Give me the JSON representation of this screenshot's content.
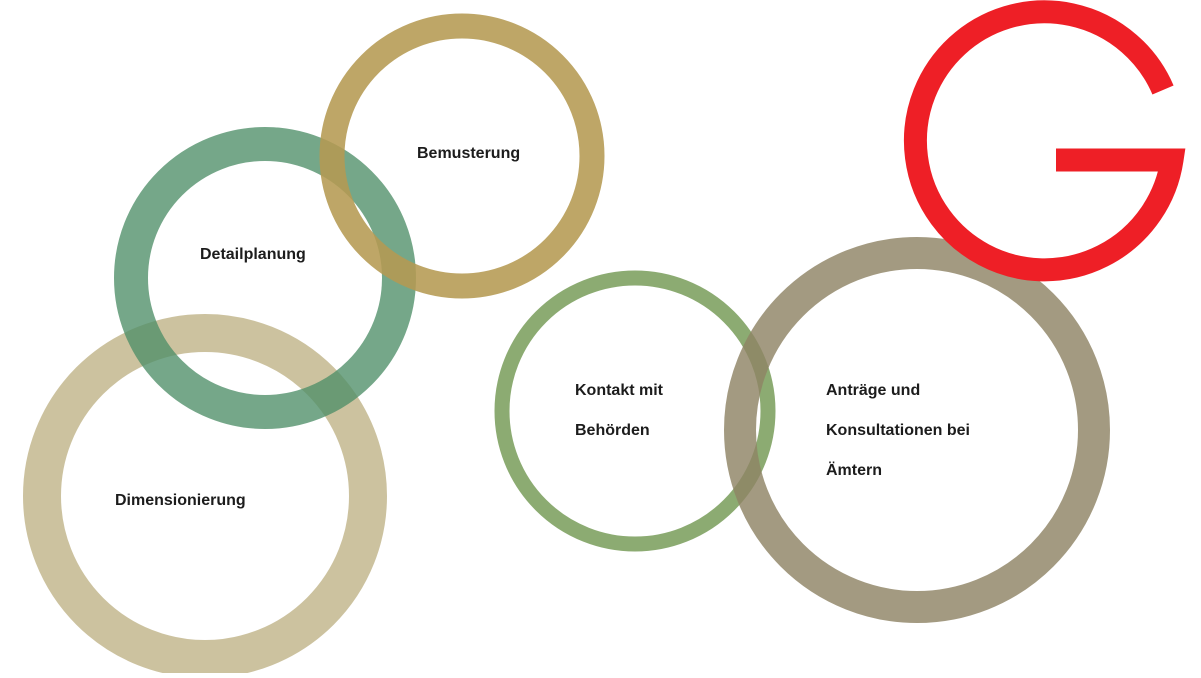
{
  "colors": {
    "background": "#ffffff",
    "bemusterung": "#b9a15b",
    "detailplanung": "#4e8e68",
    "dimensionierung": "#c6bb95",
    "kontakt": "#86a66a",
    "antraege": "#a2987a",
    "logo": "#ee1f26",
    "text": "#1c1c1c"
  },
  "circles": [
    {
      "id": "bemusterung",
      "lines": [
        "Bemusterung"
      ]
    },
    {
      "id": "detailplanung",
      "lines": [
        "Detailplanung"
      ]
    },
    {
      "id": "dimensionierung",
      "lines": [
        "Dimensionierung"
      ]
    },
    {
      "id": "kontakt",
      "lines": [
        "Kontakt mit",
        "Behörden"
      ]
    },
    {
      "id": "antraege",
      "lines": [
        "Anträge und",
        "Konsultationen bei",
        "Ämtern"
      ]
    }
  ],
  "logo": {
    "letter": "G",
    "icon": "g-logo-icon"
  }
}
